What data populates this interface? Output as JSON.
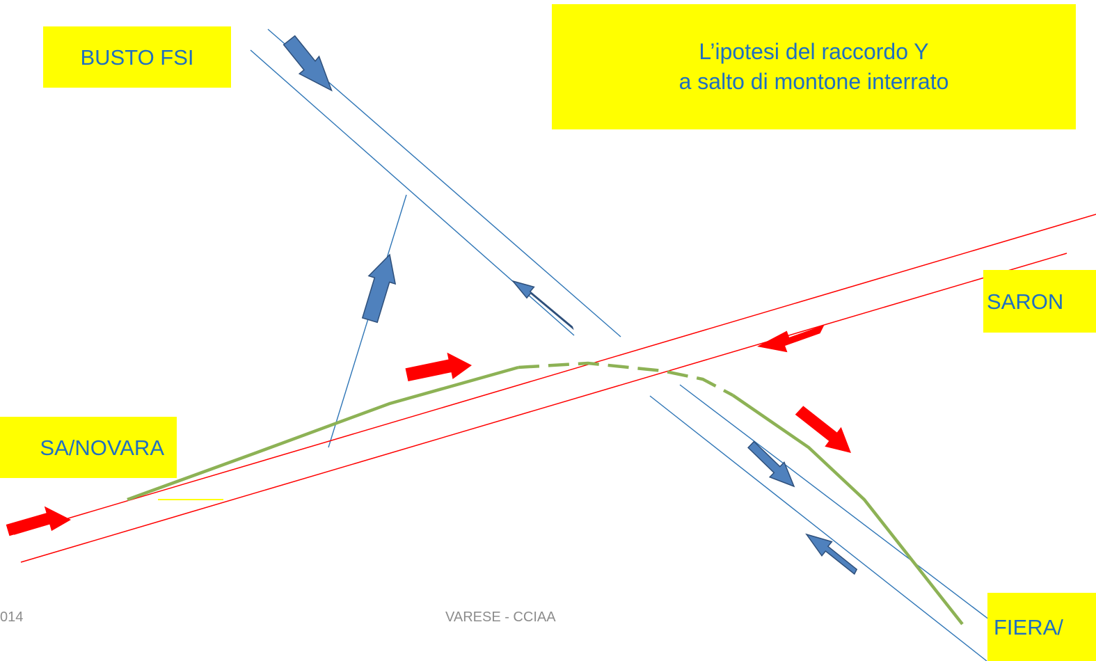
{
  "title": {
    "line1": "L’ipotesi del raccordo Y",
    "line2": "a salto di montone interrato"
  },
  "labels": {
    "busto": "BUSTO FSI",
    "saronno": "SARON",
    "novara": "SA/NOVARA",
    "fiera": "FIERA/"
  },
  "footer": {
    "date": "014",
    "center": "VARESE - CCIAA"
  },
  "colors": {
    "label_background": "#ffff00",
    "label_text": "#1f6fc0",
    "red_line": "#ff0000",
    "blue_line": "#2e75b6",
    "green_link": "#8db255",
    "blue_arrow": "#4f81bd",
    "blue_arrow_border": "#2e4f7a",
    "red_arrow": "#ff0000",
    "footer_text": "#8c8c8c"
  }
}
